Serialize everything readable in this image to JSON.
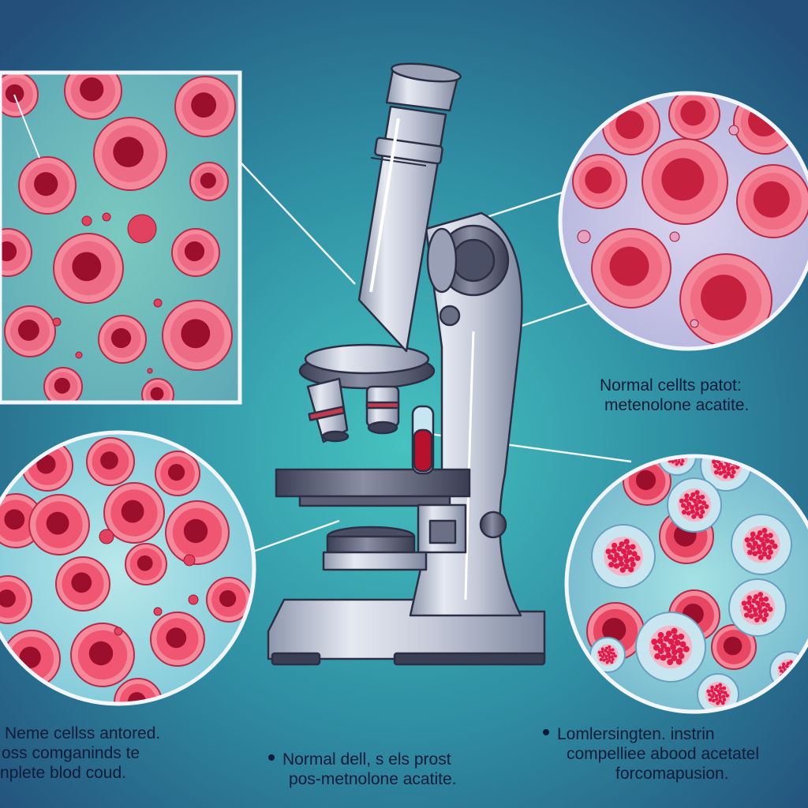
{
  "captions": {
    "top_right": {
      "line1": "Normal cellts patot:",
      "line2": "metenolone acatite."
    },
    "bottom_left": {
      "line1": "Neme cellss antored.",
      "line2": "oss comganinds te",
      "line3": "nplete blod coud."
    },
    "bottom_center": {
      "line1": "Normal dell, s els prost",
      "line2": "pos-metnolone acatite."
    },
    "bottom_right": {
      "line1": "Lomlersingten. instrin",
      "line2": "compelliee abood acetatel",
      "line3": "forcomapusion."
    }
  },
  "colors": {
    "background_top": "#2a6d8c",
    "background_center": "#3fb8bb",
    "cell_red": "#e0425f",
    "text": "#0d1b3a"
  }
}
